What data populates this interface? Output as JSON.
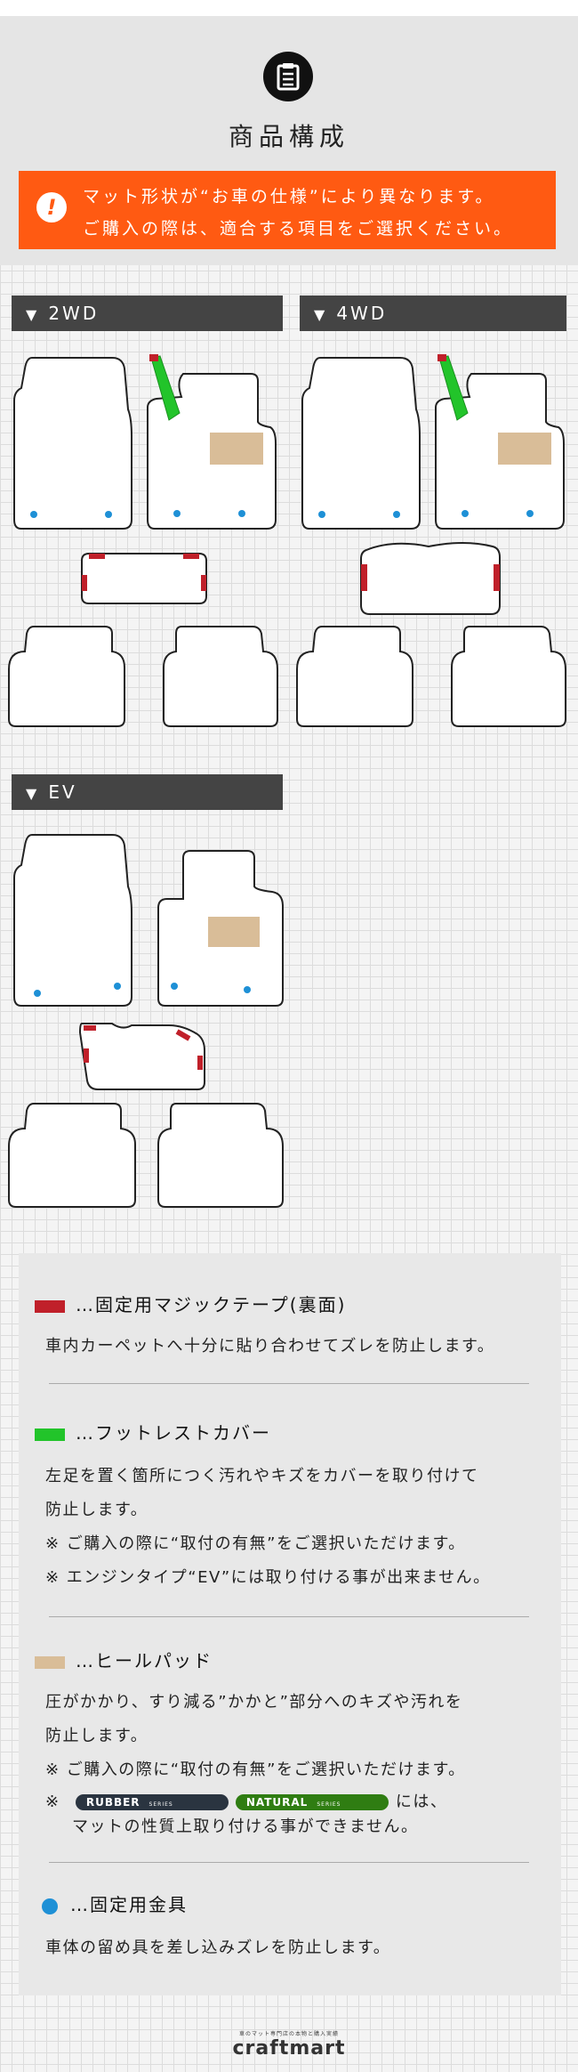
{
  "header": {
    "title": "商品構成",
    "notice_line1": "マット形状が“お車の仕様”により異なります。",
    "notice_line2": "ご購入の際は、適合する項目をご選択ください。"
  },
  "sections": {
    "s2wd": "2WD",
    "s4wd": "4WD",
    "sev": "EV"
  },
  "legend": {
    "magic_tape": {
      "title": "…固定用マジックテープ(裏面)",
      "text": "車内カーペットへ十分に貼り合わせてズレを防止します。"
    },
    "footrest": {
      "title": "…フットレストカバー",
      "text1": "左足を置く箇所につく汚れやキズをカバーを取り付けて",
      "text2": "防止します。",
      "note1": "※ ご購入の際に“取付の有無”をご選択いただけます。",
      "note2": "※ エンジンタイプ“EV”には取り付ける事が出来ません。"
    },
    "heelpad": {
      "title": "…ヒールパッド",
      "text1": "圧がかかり、すり減る”かかと”部分へのキズや汚れを",
      "text2": "防止します。",
      "note1": "※ ご購入の際に“取付の有無”をご選択いただけます。",
      "note_prefix": "※",
      "badge_rubber": "RUBBER",
      "badge_natural": "NATURAL",
      "badge_series": "SERIES",
      "note_suffix": "には、",
      "note3": "マットの性質上取り付ける事ができません。"
    },
    "fastener": {
      "title": "…固定用金具",
      "text": "車体の留め具を差し込みズレを防止します。"
    }
  },
  "footer": {
    "tagline": "車のマット専門店の本物と購入実績",
    "brand": "craftmart"
  },
  "colors": {
    "notice_bg": "#ff5a12",
    "bar_bg": "#444444",
    "magic_tape": "#c0202a",
    "footrest": "#22c42a",
    "heelpad": "#d9bd98",
    "fastener": "#1e90d6",
    "badge_rubber": "#2a3440",
    "badge_natural": "#2f7d12"
  }
}
